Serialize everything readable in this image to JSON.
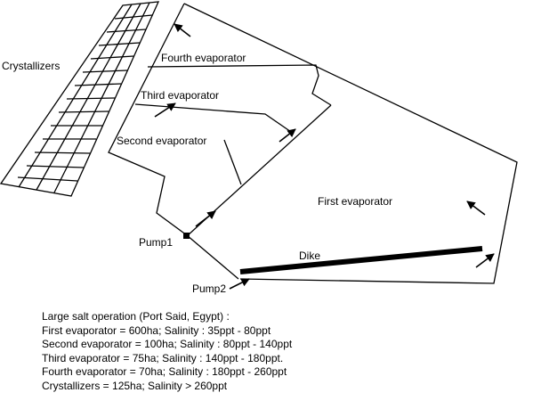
{
  "labels": {
    "crystallizers": "Crystallizers",
    "fourth_evaporator": "Fourth evaporator",
    "third_evaporator": "Third evaporator",
    "second_evaporator": "Second evaporator",
    "first_evaporator": "First evaporator",
    "dike": "Dike",
    "pump1": "Pump1",
    "pump2": "Pump2"
  },
  "caption": {
    "title": "Large salt operation (Port Said, Egypt) :",
    "lines": [
      "First evaporator = 600ha; Salinity : 35ppt - 80ppt",
      "Second evaporator = 100ha; Salinity : 80ppt - 140ppt",
      "Third evaporator = 75ha; Salinity : 140ppt - 180ppt.",
      "Fourth evaporator = 70ha; Salinity : 180ppt - 260ppt",
      "Crystallizers = 125ha; Salinity > 260ppt"
    ]
  }
}
